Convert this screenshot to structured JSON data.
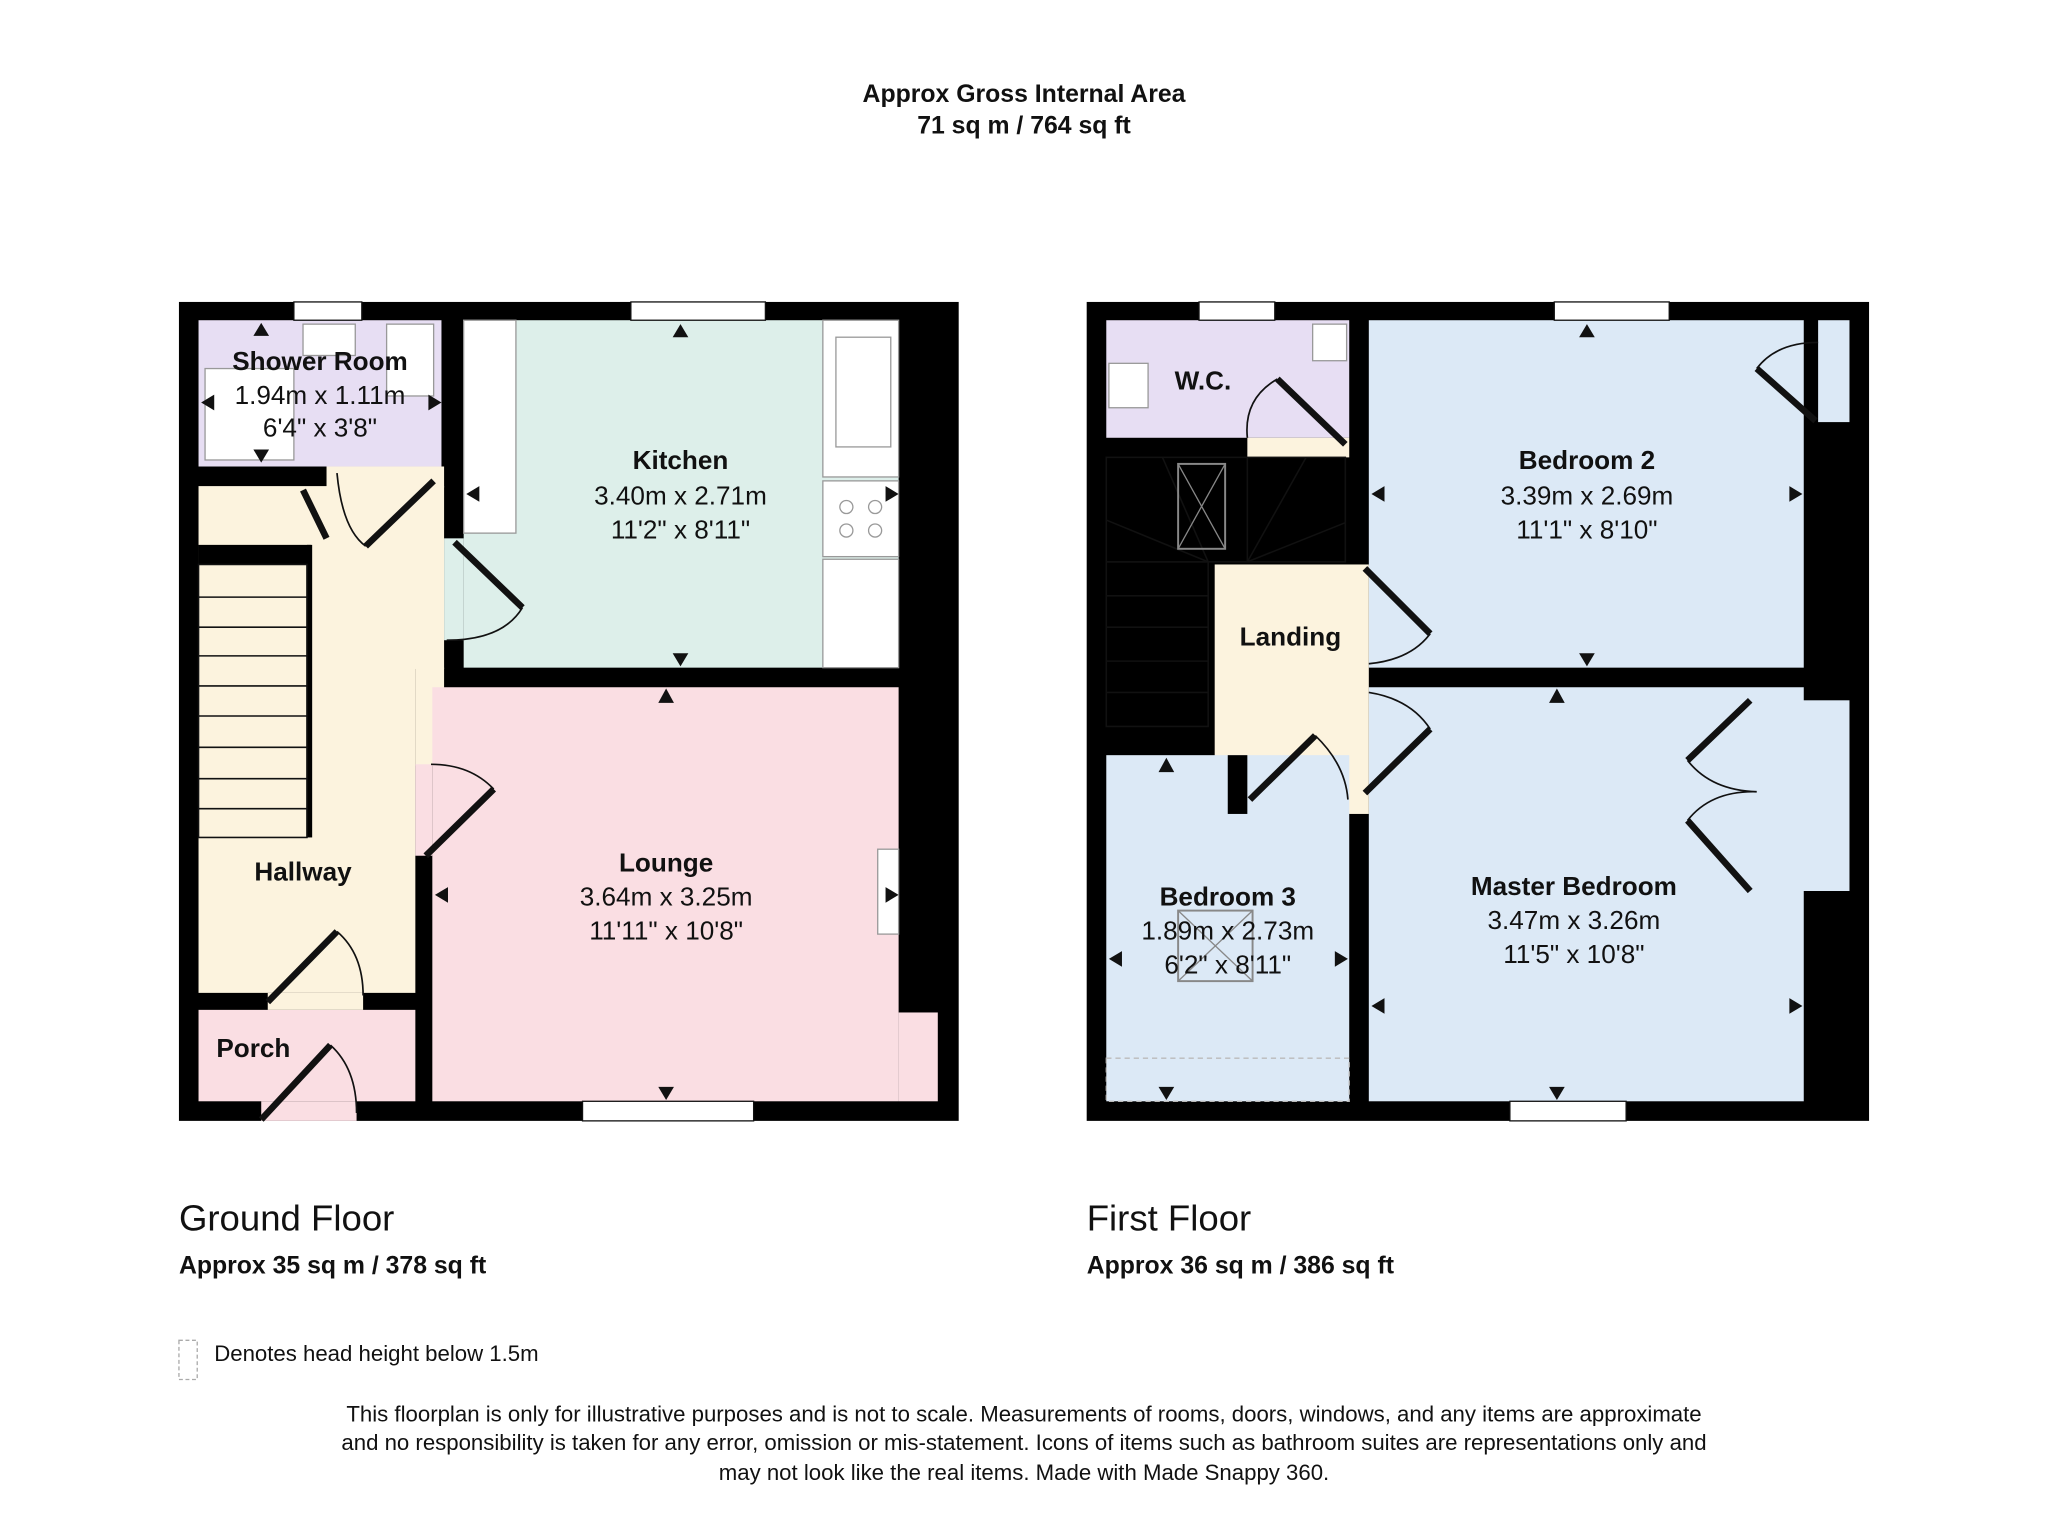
{
  "header": {
    "title": "Approx Gross Internal Area",
    "area": "71 sq m / 764 sq ft"
  },
  "colors": {
    "wall": "#000000",
    "lounge": "#fadee3",
    "kitchen": "#ddefea",
    "bathroom": "#e7def3",
    "hall": "#fcf3de",
    "bedroom": "#dce9f6"
  },
  "ground_floor": {
    "label": "Ground Floor",
    "area": "Approx 35 sq m / 378 sq ft",
    "rooms": {
      "shower": {
        "name": "Shower Room",
        "metric": "1.94m x 1.11m",
        "imperial": "6'4\" x 3'8\""
      },
      "kitchen": {
        "name": "Kitchen",
        "metric": "3.40m x 2.71m",
        "imperial": "11'2\" x 8'11\""
      },
      "hallway": {
        "name": "Hallway"
      },
      "porch": {
        "name": "Porch"
      },
      "lounge": {
        "name": "Lounge",
        "metric": "3.64m x 3.25m",
        "imperial": "11'11\" x 10'8\""
      }
    }
  },
  "first_floor": {
    "label": "First Floor",
    "area": "Approx 36 sq m / 386 sq ft",
    "rooms": {
      "wc": {
        "name": "W.C."
      },
      "bedroom2": {
        "name": "Bedroom 2",
        "metric": "3.39m x 2.69m",
        "imperial": "11'1\" x 8'10\""
      },
      "landing": {
        "name": "Landing"
      },
      "bedroom3": {
        "name": "Bedroom 3",
        "metric": "1.89m x 2.73m",
        "imperial": "6'2\" x 8'11\""
      },
      "master": {
        "name": "Master Bedroom",
        "metric": "3.47m x 3.26m",
        "imperial": "11'5\" x 10'8\""
      }
    }
  },
  "legend": {
    "head_height": "Denotes head height below 1.5m"
  },
  "disclaimer": [
    "This floorplan is only for illustrative purposes and is not to scale. Measurements of rooms, doors, windows, and any items are approximate",
    "and no responsibility is taken for any error, omission or mis-statement. Icons of items such as bathroom suites are representations only and",
    "may not look like the real items. Made with Made Snappy 360."
  ]
}
